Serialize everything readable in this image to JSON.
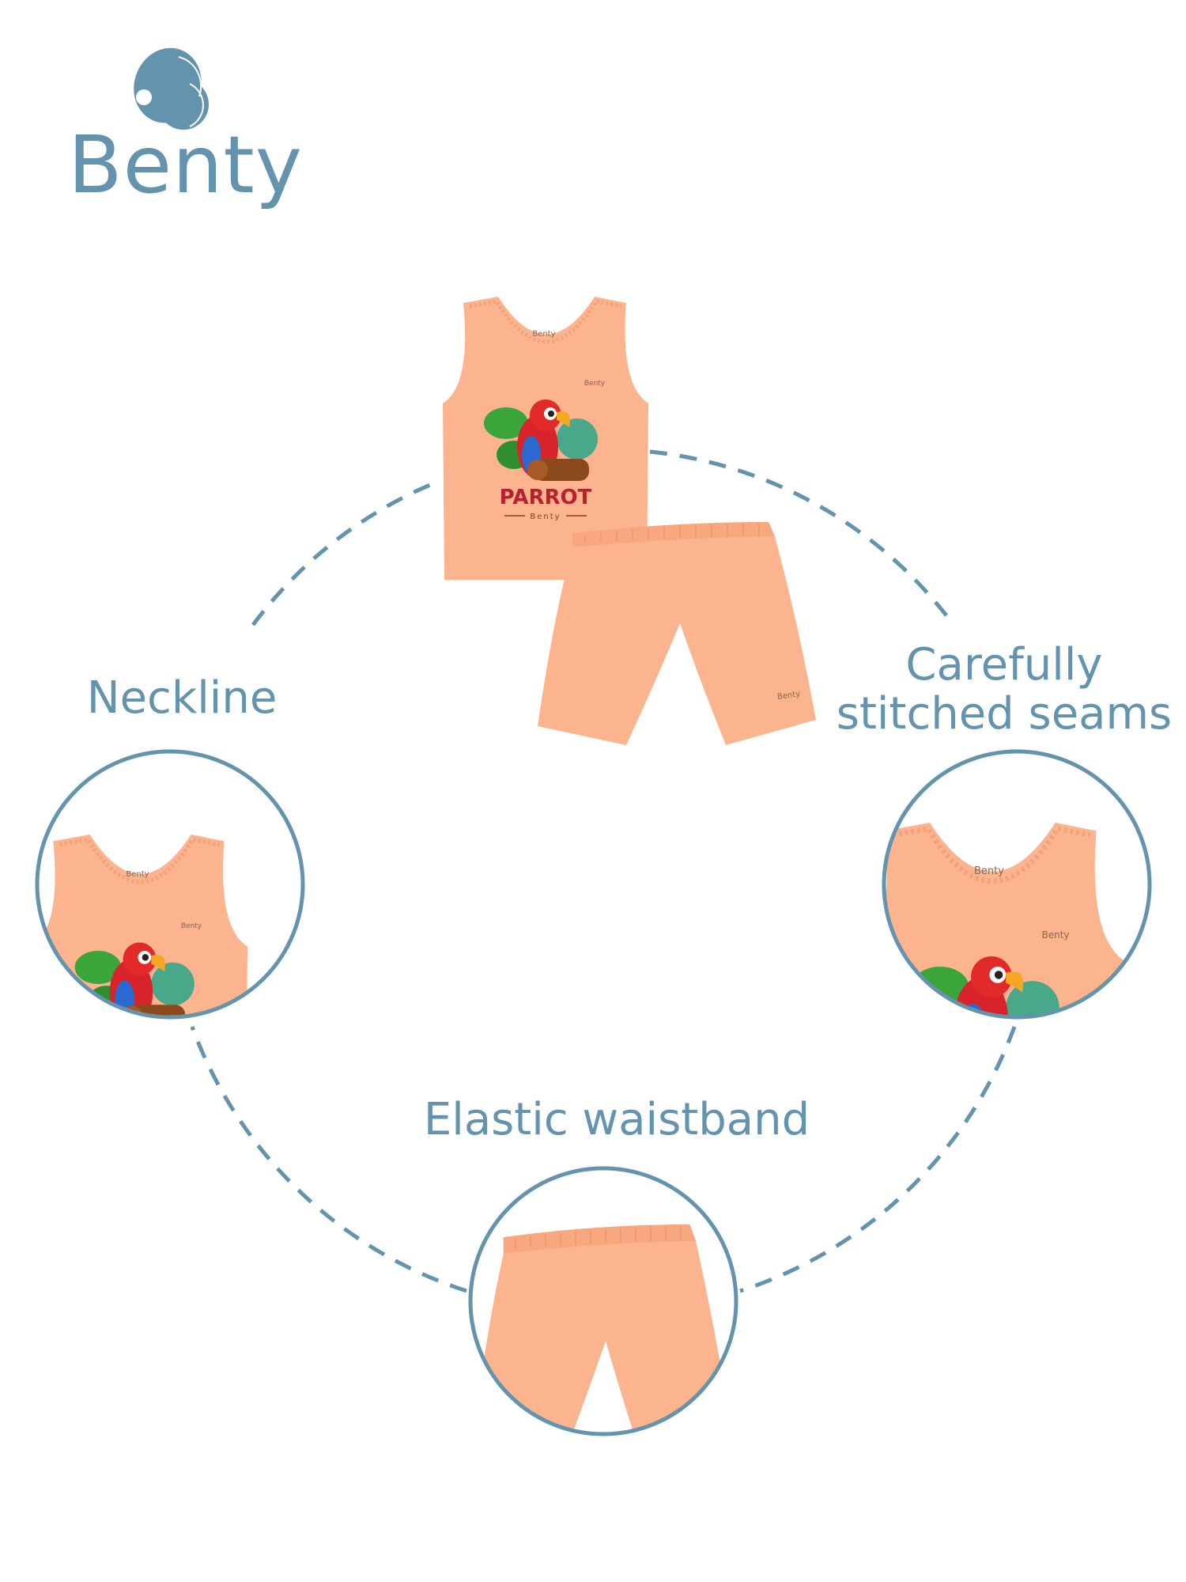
{
  "brand": {
    "name": "Benty",
    "logo_icon": "benty-b-mark-icon",
    "color": "#6393ad"
  },
  "product": {
    "print_title": "PARROT",
    "print_subtitle": "Benty",
    "tag_text": "Benty",
    "chest_logo": "Benty",
    "shorts_logo": "Benty",
    "garment_color": "#fbb48e"
  },
  "features": [
    {
      "label": "Neckline"
    },
    {
      "label": "Carefully stitched seams"
    },
    {
      "label": "Elastic waistband"
    }
  ],
  "colors": {
    "accent": "#6393ad",
    "garment": "#fbb48e"
  }
}
